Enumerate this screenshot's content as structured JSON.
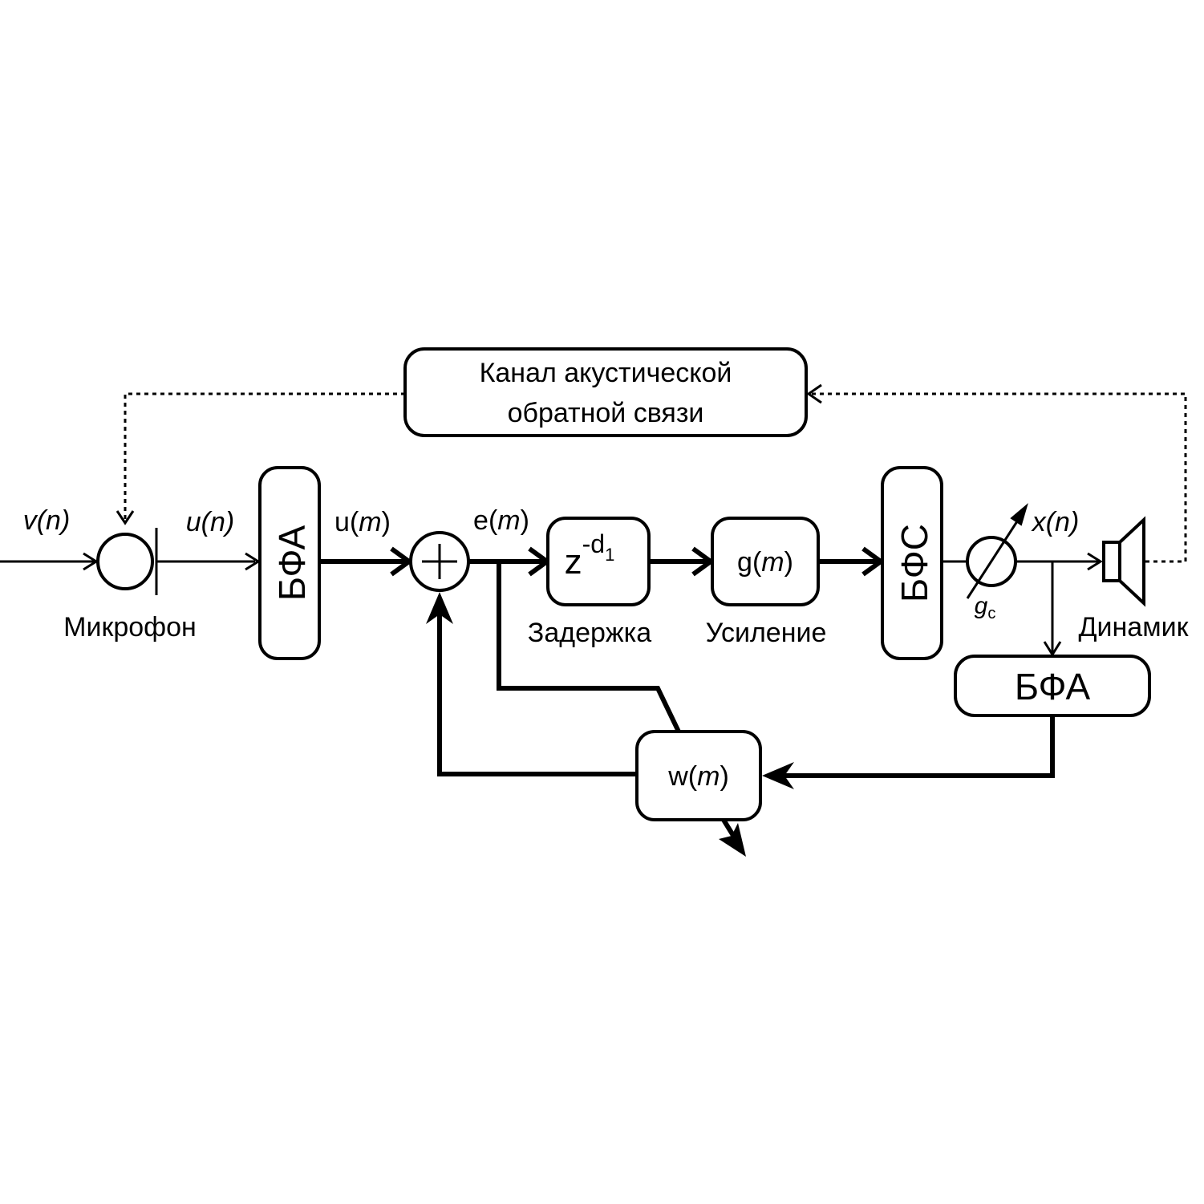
{
  "feedback_channel": {
    "line1": "Канал акустической",
    "line2": "обратной связи"
  },
  "signals": {
    "v_n": "v(n)",
    "u_n": "u(n)",
    "u_m_base": "u(",
    "u_m_arg": "m",
    "e_m_base": "e(",
    "e_m_arg": "m",
    "x_n": "x(n)",
    "g_c_base": "g",
    "g_c_sub": "c"
  },
  "blocks": {
    "bfa_input": "БФА",
    "delay_base": "z",
    "delay_exp": "-d",
    "delay_exp_sub": "1",
    "gain_base": "g(",
    "gain_arg": "m",
    "bfs": "БФС",
    "bfa_output": "БФА",
    "filter_base": "w(",
    "filter_arg": "m"
  },
  "labels": {
    "microphone": "Микрофон",
    "delay": "Задержка",
    "gain": "Усиление",
    "speaker": "Динамик",
    "closing_paren": ")"
  }
}
